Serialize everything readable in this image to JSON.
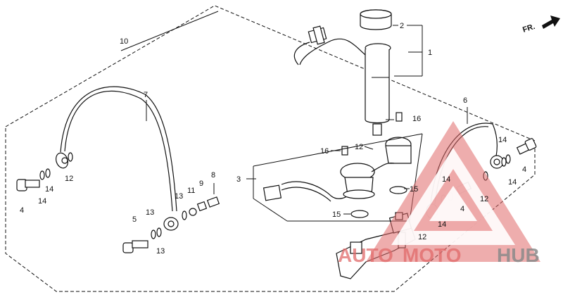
{
  "diagram": {
    "direction_label": "FR.",
    "callouts": [
      {
        "id": "c1",
        "text": "1"
      },
      {
        "id": "c2",
        "text": "2"
      },
      {
        "id": "c3",
        "text": "3"
      },
      {
        "id": "c4a",
        "text": "4"
      },
      {
        "id": "c4b",
        "text": "4"
      },
      {
        "id": "c4c",
        "text": "4"
      },
      {
        "id": "c5",
        "text": "5"
      },
      {
        "id": "c6",
        "text": "6"
      },
      {
        "id": "c7",
        "text": "7"
      },
      {
        "id": "c8",
        "text": "8"
      },
      {
        "id": "c9",
        "text": "9"
      },
      {
        "id": "c10",
        "text": "10"
      },
      {
        "id": "c11",
        "text": "11"
      },
      {
        "id": "c12a",
        "text": "12"
      },
      {
        "id": "c12b",
        "text": "12"
      },
      {
        "id": "c12c",
        "text": "12"
      },
      {
        "id": "c12d",
        "text": "12"
      },
      {
        "id": "c13a",
        "text": "13"
      },
      {
        "id": "c13b",
        "text": "13"
      },
      {
        "id": "c13c",
        "text": "13"
      },
      {
        "id": "c14a",
        "text": "14"
      },
      {
        "id": "c14b",
        "text": "14"
      },
      {
        "id": "c14c",
        "text": "14"
      },
      {
        "id": "c14d",
        "text": "14"
      },
      {
        "id": "c14e",
        "text": "14"
      },
      {
        "id": "c14f",
        "text": "14"
      },
      {
        "id": "c15a",
        "text": "15"
      },
      {
        "id": "c15b",
        "text": "15"
      },
      {
        "id": "c16a",
        "text": "16"
      },
      {
        "id": "c16b",
        "text": "16"
      }
    ]
  },
  "watermark": {
    "part1": "AUTO",
    "part2": "MOTO",
    "part3": "HUB",
    "colors": {
      "red": "#e06a6a",
      "grey": "#8a8a8a"
    }
  }
}
